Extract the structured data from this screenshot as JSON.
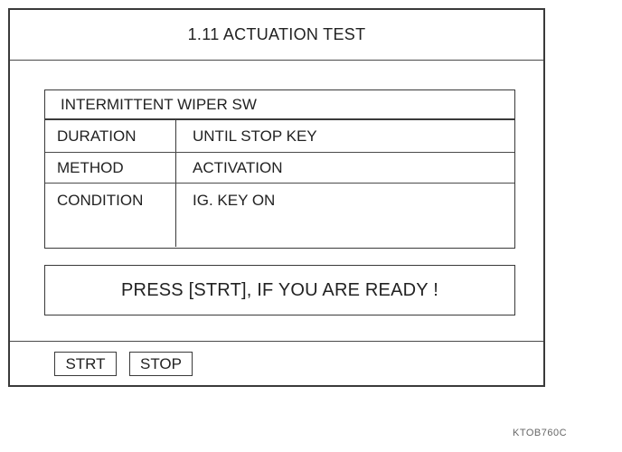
{
  "screen": {
    "title": "1.11  ACTUATION TEST"
  },
  "test_info": {
    "item_name": "INTERMITTENT WIPER SW",
    "rows": [
      {
        "label": "DURATION",
        "value": "UNTIL STOP KEY"
      },
      {
        "label": "METHOD",
        "value": "ACTIVATION"
      },
      {
        "label": "CONDITION",
        "value": "IG. KEY ON"
      }
    ]
  },
  "message": {
    "text": "PRESS [STRT], IF YOU ARE READY !"
  },
  "buttons": {
    "start_label": "STRT",
    "stop_label": "STOP"
  },
  "figure": {
    "code": "KTOB760C"
  }
}
